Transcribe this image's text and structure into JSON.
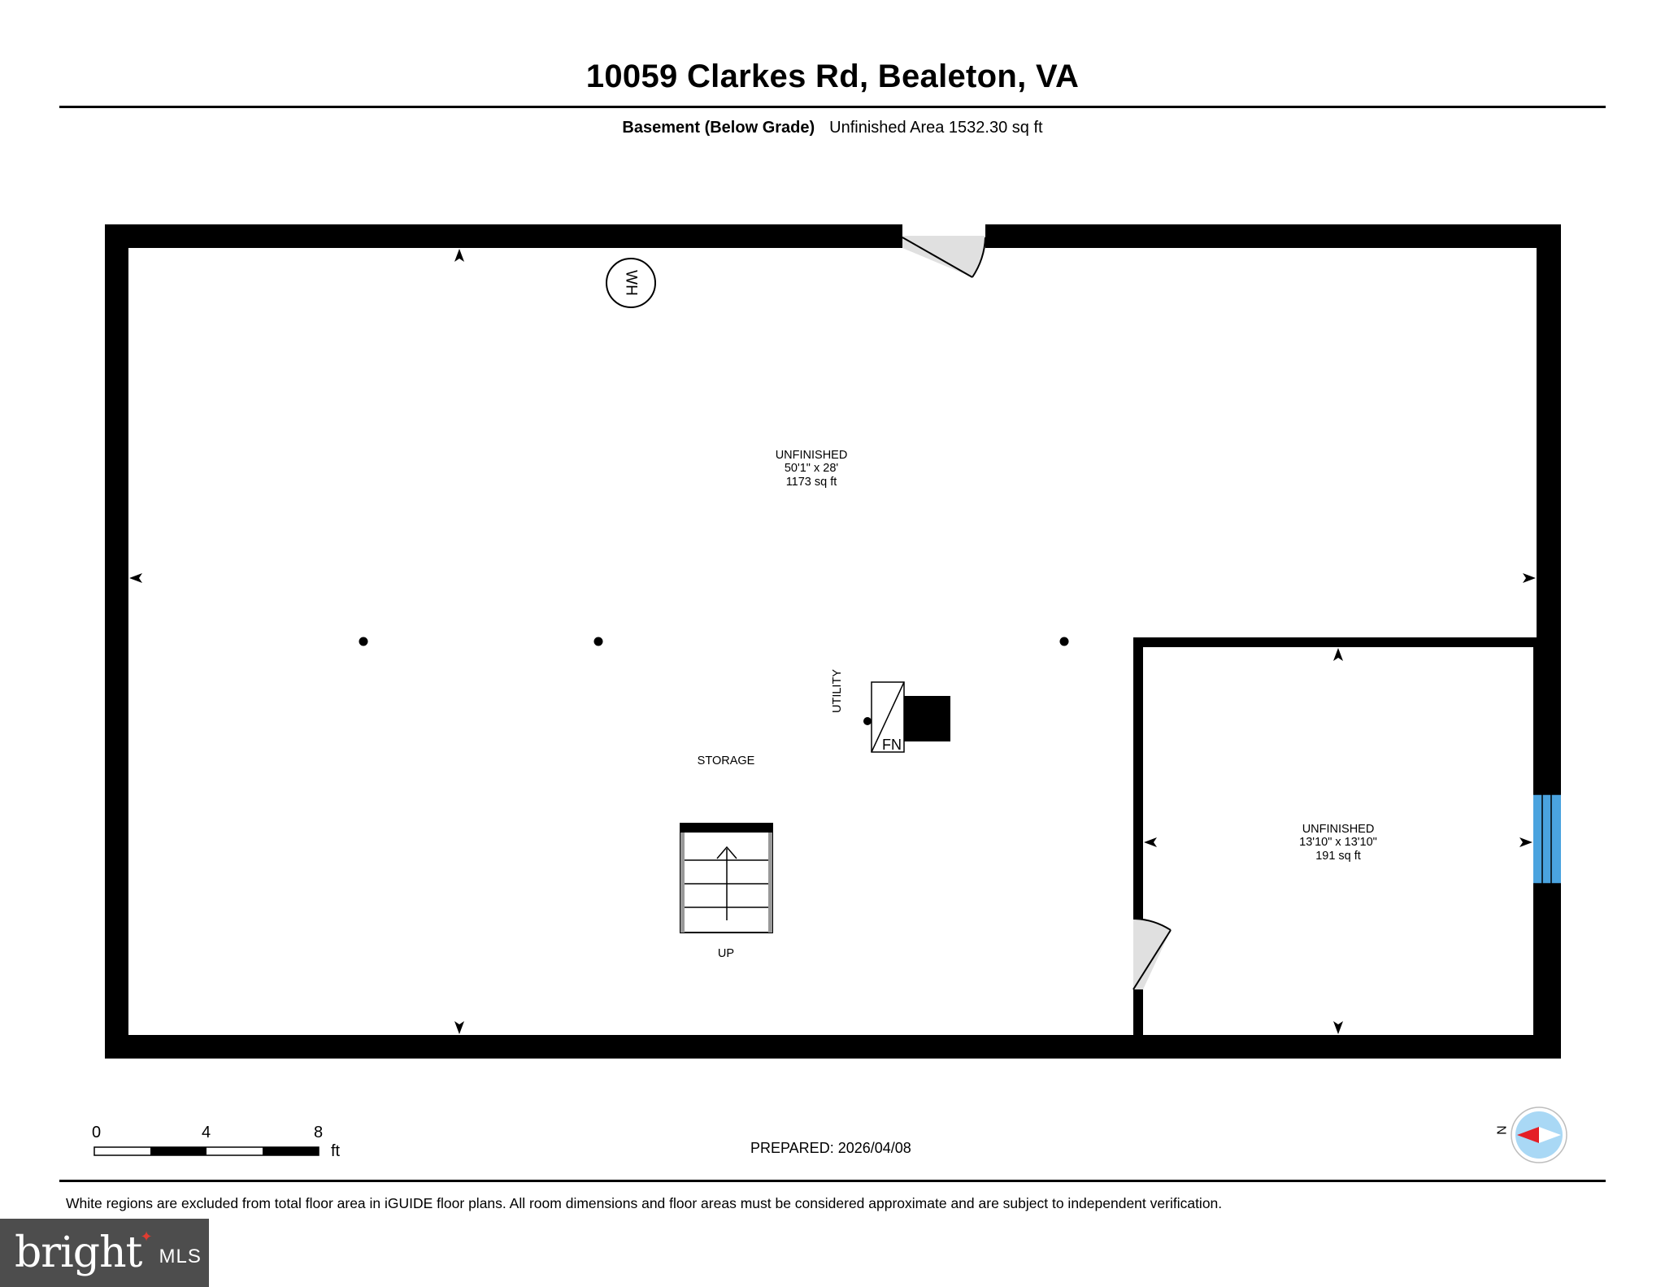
{
  "header": {
    "address": "10059 Clarkes Rd, Bealeton, VA",
    "level_label": "Basement (Below Grade)",
    "area_summary": "Unfinished Area 1532.30 sq ft"
  },
  "rooms": [
    {
      "name": "UNFINISHED",
      "dimensions": "50'1\" x 28'",
      "area": "1173 sq ft"
    },
    {
      "name": "UNFINISHED",
      "dimensions": "13'10\" x 13'10\"",
      "area": "191 sq ft"
    }
  ],
  "labels": {
    "storage": "STORAGE",
    "utility": "UTILITY",
    "stairs_direction": "UP",
    "water_heater": "WH",
    "furnace": "FN"
  },
  "scale_bar": {
    "ticks": [
      "0",
      "4",
      "8"
    ],
    "unit": "ft"
  },
  "footer": {
    "prepared": "PREPARED: 2026/04/08",
    "disclaimer": "White regions are excluded from total floor area in iGUIDE floor plans. All room dimensions and floor areas must be considered approximate and are subject to independent verification.",
    "compass_label": "N"
  },
  "logo": {
    "brand": "bright",
    "suffix": "MLS"
  },
  "colors": {
    "wall": "#000000",
    "window": "#4aa3df",
    "door_swing": "#e0e0e0",
    "compass_disc": "#a9d8f5",
    "compass_needle": "#e41e26"
  }
}
